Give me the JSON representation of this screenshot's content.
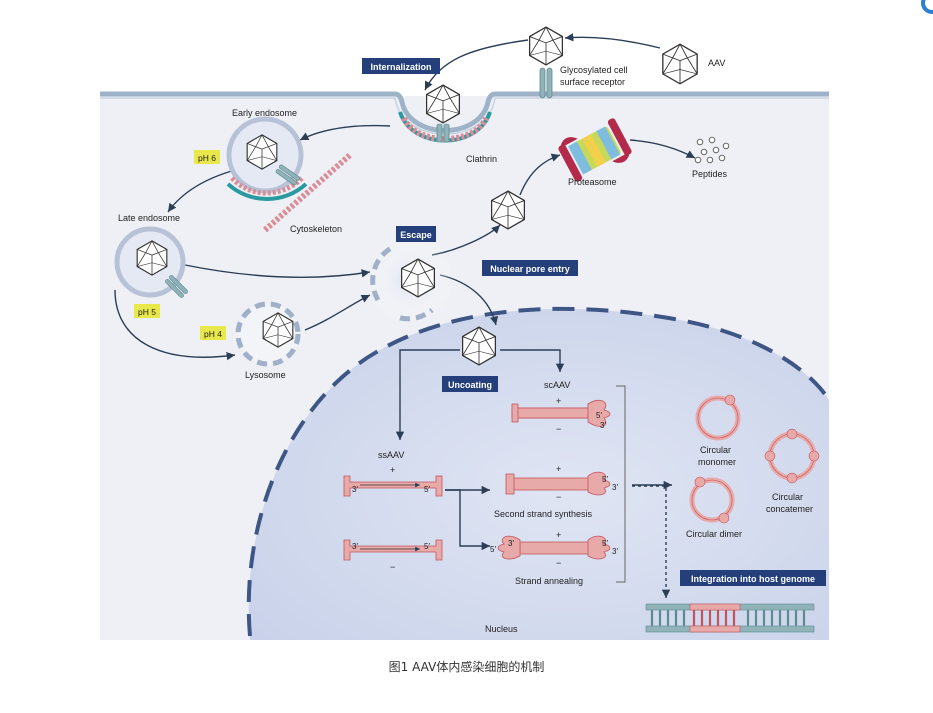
{
  "labels": {
    "aav": "AAV",
    "receptor_line1": "Glycosylated cell",
    "receptor_line2": "surface receptor",
    "internalization": "Internalization",
    "clathrin": "Clathrin",
    "early_endosome": "Early endosome",
    "ph6": "pH 6",
    "cytoskeleton": "Cytoskeleton",
    "late_endosome": "Late endosome",
    "ph5": "pH 5",
    "ph4": "pH 4",
    "lysosome": "Lysosome",
    "escape": "Escape",
    "proteasome": "Proteasome",
    "peptides": "Peptides",
    "nuclear_pore_entry": "Nuclear pore entry",
    "uncoating": "Uncoating",
    "ssaav": "ssAAV",
    "scaav": "scAAV",
    "second_strand": "Second strand synthesis",
    "strand_annealing": "Strand annealing",
    "circular_monomer_1": "Circular",
    "circular_monomer_2": "monomer",
    "circular_dimer": "Circular dimer",
    "circular_concatemer_1": "Circular",
    "circular_concatemer_2": "concatemer",
    "integration": "Integration into host genome",
    "nucleus": "Nucleus",
    "plus": "+",
    "minus": "−",
    "three_prime": "3′",
    "five_prime": "5′"
  },
  "caption": "图1 AAV体内感染细胞的机制",
  "colors": {
    "cytoplasm": "#e9ecf4",
    "membrane": "#9fb3c8",
    "label_box": "#243f7a",
    "ph_box": "#e8e84a",
    "dna_pink": "#e8a9a9",
    "dna_border": "#c4545c",
    "nucleus_fill": "#d8dff0",
    "nuclear_envelope": "#3e5686",
    "receptor": "#8fb3b8",
    "clathrin_pink": "#d98d97",
    "clathrin_teal": "#2a9aa0"
  }
}
